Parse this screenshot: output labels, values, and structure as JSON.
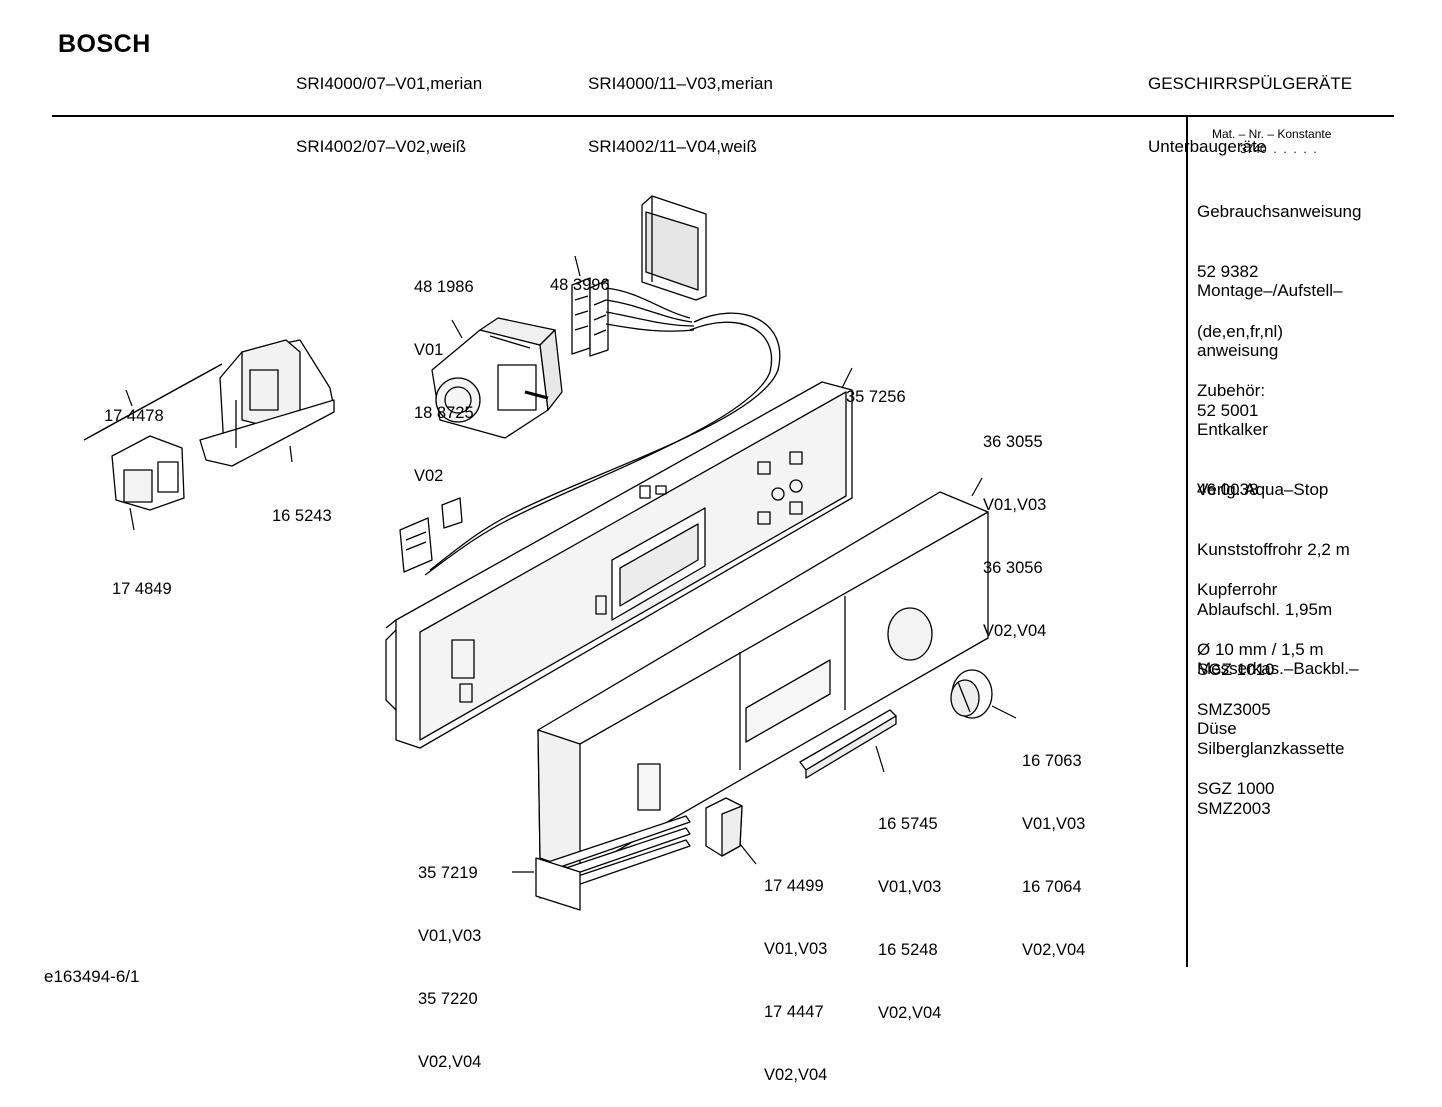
{
  "header": {
    "brand": "BOSCH",
    "models_col1": [
      "SRI4000/07–V01,merian",
      "SRI4002/07–V02,weiß"
    ],
    "models_col2": [
      "SRI4000/11–V03,merian",
      "SRI4002/11–V04,weiß"
    ],
    "category": [
      "GESCHIRRSPÜLGERÄTE",
      "Unterbaugeräte"
    ]
  },
  "sidebar": {
    "mat_label": "Mat. – Nr. – Konstante",
    "mat_value": "3740  .  .  .  .  .",
    "blocks": [
      [
        "Gebrauchsanweisung",
        "52 9382",
        "(de,en,fr,nl)"
      ],
      [
        "Montage–/Aufstell–",
        "anweisung",
        "52 5001"
      ],
      [
        "Zubehör:"
      ],
      [
        "Entkalker",
        "46 0038"
      ],
      [
        "Verlg. Aqua–Stop",
        "Kunststoffrohr 2,2 m",
        "Ablaufschl. 1,95m",
        "SGZ 1010"
      ],
      [
        "Kupferrohr",
        "Ø 10 mm / 1,5 m",
        "SMZ3005"
      ],
      [
        "Messerkas.–Backbl.–",
        "Düse",
        "SGZ 1000"
      ],
      [
        "Silberglanzkassette",
        "SMZ2003"
      ]
    ]
  },
  "parts": {
    "p481986": [
      "48 1986",
      "V01",
      "18 8725",
      "V02"
    ],
    "p483996": [
      "48 3996"
    ],
    "p174478": [
      "17 4478"
    ],
    "p165243": [
      "16 5243"
    ],
    "p174849": [
      "17 4849"
    ],
    "p357256": [
      "35 7256"
    ],
    "p363055": [
      "36 3055",
      "V01,V03",
      "36 3056",
      "V02,V04"
    ],
    "p167063": [
      "16 7063",
      "V01,V03",
      "16 7064",
      "V02,V04"
    ],
    "p165745": [
      "16 5745",
      "V01,V03",
      "16 5248",
      "V02,V04"
    ],
    "p357219": [
      "35 7219",
      "V01,V03",
      "35 7220",
      "V02,V04"
    ],
    "p174499": [
      "17 4499",
      "V01,V03",
      "17 4447",
      "V02,V04"
    ]
  },
  "footer": {
    "doc_id": "e163494-6/1"
  }
}
